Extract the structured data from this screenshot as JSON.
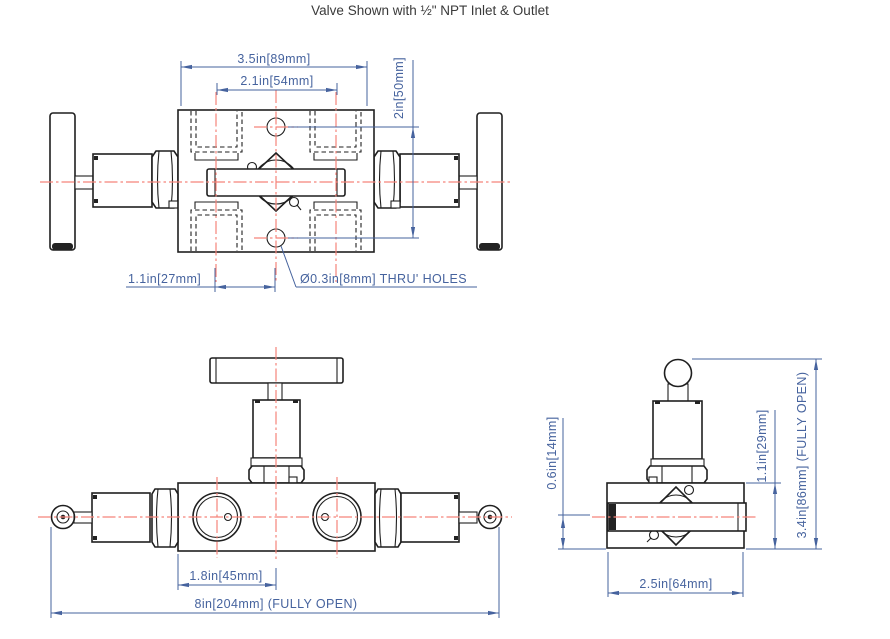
{
  "title": "Valve Shown with ½\" NPT Inlet & Outlet",
  "colors": {
    "outline": "#1f1f1f",
    "centerline": "#f5847a",
    "dimension": "#46639e",
    "background": "#ffffff"
  },
  "views": {
    "top": {
      "dimensions": {
        "overall_width": "3.5in[89mm]",
        "port_spacing": "2.1in[54mm]",
        "hole_spacing": "2in[50mm]",
        "hole_offset": "1.1in[27mm]",
        "thru_holes": "Ø0.3in[8mm] THRU' HOLES"
      }
    },
    "front": {
      "dimensions": {
        "port_offset": "1.8in[45mm]",
        "overall_width_open": "8in[204mm] (FULLY OPEN)"
      }
    },
    "side": {
      "dimensions": {
        "centerline_to_base": "0.6in[14mm]",
        "body_height": "1.1in[29mm]",
        "overall_height_open": "3.4in[86mm] (FULLY OPEN)",
        "body_width": "2.5in[64mm]"
      }
    }
  }
}
